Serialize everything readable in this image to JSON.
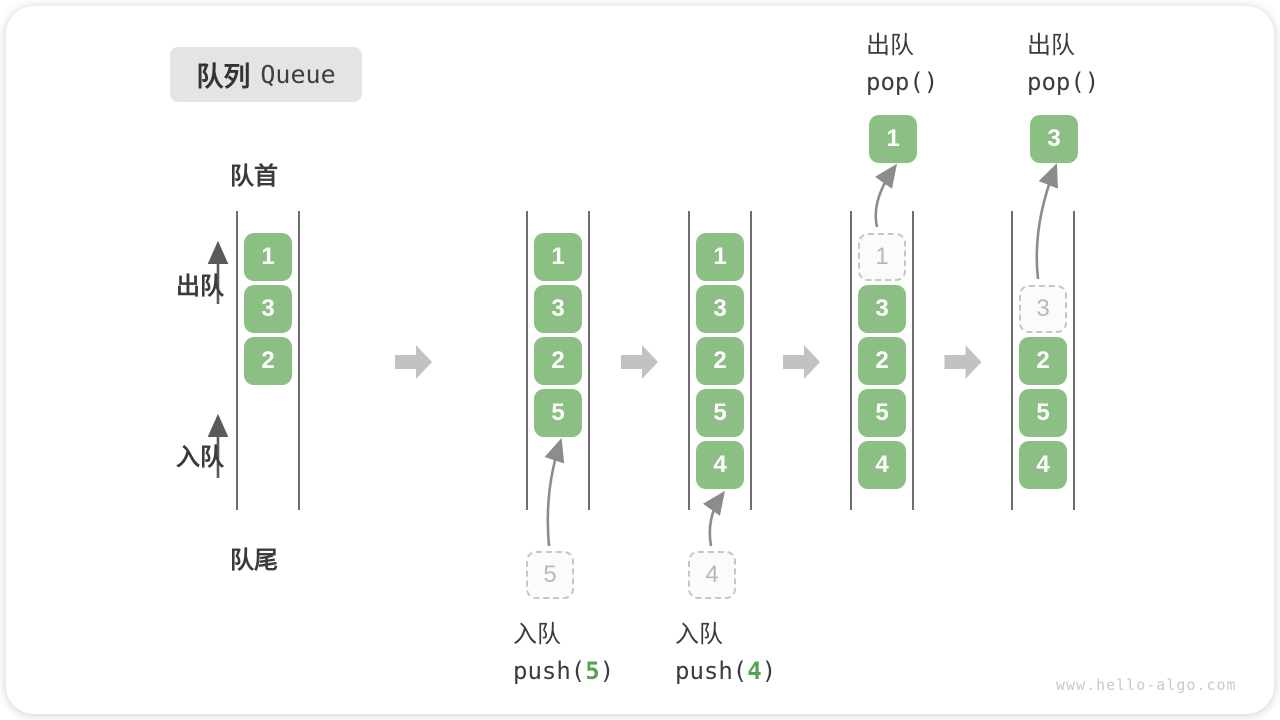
{
  "title": {
    "zh": "队列",
    "en": "Queue"
  },
  "side_labels": {
    "front": "队首",
    "rear": "队尾",
    "dequeue": "出队",
    "enqueue": "入队"
  },
  "watermark": "www.hello-algo.com",
  "colors": {
    "box_green": "#8CBF83",
    "box_text": "#FFFFFF",
    "dashed_border": "#C6C6C6",
    "dashed_text": "#B8B8B8",
    "block_arrow": "#C2C2C2",
    "thin_arrow": "#8C8C8C",
    "dark_arrow": "#5A5A5A",
    "guide_line": "#4A4A4A",
    "label_text": "#3B3B3B",
    "code_arg_green": "#56A356",
    "title_bg": "#E4E4E4",
    "watermark_gray": "#C9C9C9"
  },
  "queues": [
    {
      "slots": [
        {
          "v": "1"
        },
        {
          "v": "3"
        },
        {
          "v": "2"
        }
      ]
    },
    {
      "slots": [
        {
          "v": "1"
        },
        {
          "v": "3"
        },
        {
          "v": "2"
        },
        {
          "v": "5"
        }
      ],
      "incoming": {
        "v": "5",
        "label": "入队",
        "code_prefix": "push(",
        "code_arg": "5",
        "code_suffix": ")"
      }
    },
    {
      "slots": [
        {
          "v": "1"
        },
        {
          "v": "3"
        },
        {
          "v": "2"
        },
        {
          "v": "5"
        },
        {
          "v": "4"
        }
      ],
      "incoming": {
        "v": "4",
        "label": "入队",
        "code_prefix": "push(",
        "code_arg": "4",
        "code_suffix": ")"
      }
    },
    {
      "slots": [
        {
          "v": "1",
          "dashed": true
        },
        {
          "v": "3"
        },
        {
          "v": "2"
        },
        {
          "v": "5"
        },
        {
          "v": "4"
        }
      ],
      "outgoing": {
        "v": "1",
        "label": "出队",
        "code": "pop()"
      }
    },
    {
      "slots": [
        {
          "v": "3",
          "dashed": true,
          "row": 1
        },
        {
          "v": "2"
        },
        {
          "v": "5"
        },
        {
          "v": "4"
        }
      ],
      "outgoing": {
        "v": "3",
        "label": "出队",
        "code": "pop()"
      }
    }
  ]
}
